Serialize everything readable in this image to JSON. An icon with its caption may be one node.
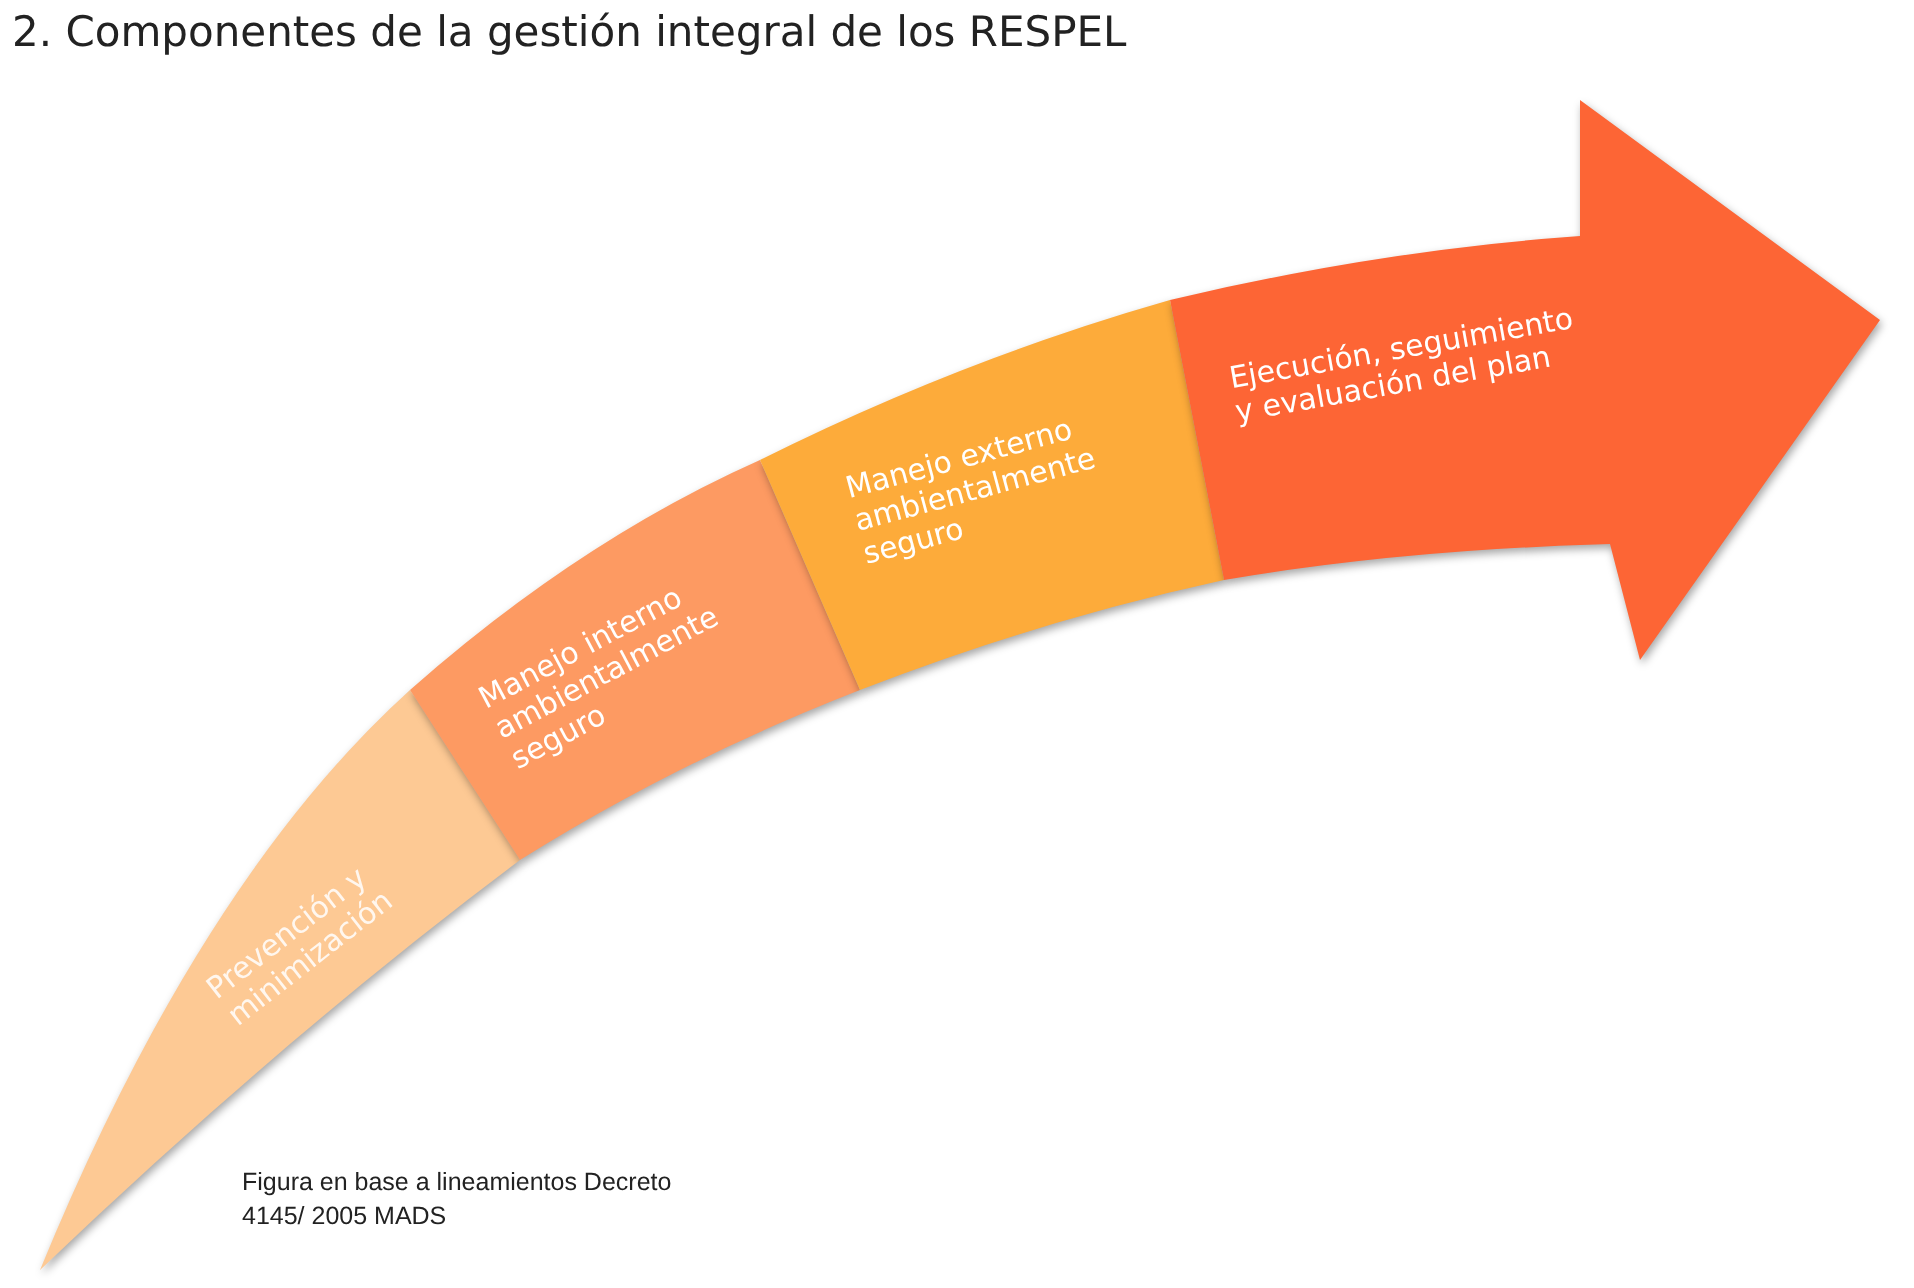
{
  "diagram": {
    "title": "2. Componentes de la gestión integral de los RESPEL",
    "nodes": [
      {
        "text": [
          "Prevención y minimización"
        ]
      },
      {
        "text": [
          "Manejo interno ambientalmente seguro"
        ]
      },
      {
        "text": [
          "Manejo externo ambientalmente seguro"
        ]
      },
      {
        "text": [
          "Ejecución, seguimiento y evaluación del plan"
        ]
      }
    ],
    "caption": "Figura en base a lineamientos Decreto 4145/ 2005 MADS"
  }
}
